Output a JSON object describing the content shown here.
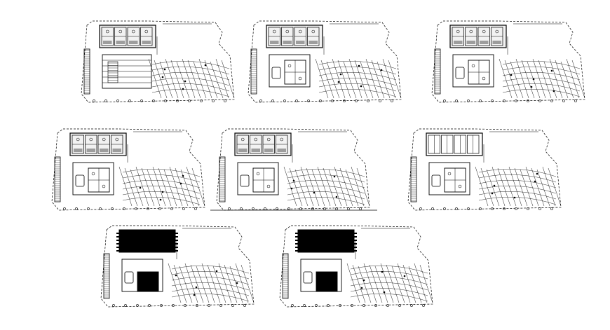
{
  "drawing": {
    "background": "#ffffff",
    "line_color": "#000000",
    "plans": [
      {
        "id": "plan-1",
        "variant": "ground-level"
      },
      {
        "id": "plan-2",
        "variant": "upper-level"
      },
      {
        "id": "plan-3",
        "variant": "upper-level"
      },
      {
        "id": "plan-4",
        "variant": "upper-level"
      },
      {
        "id": "plan-5",
        "variant": "upper-level"
      },
      {
        "id": "plan-6",
        "variant": "upper-level-light"
      },
      {
        "id": "plan-7",
        "variant": "roof-dark"
      },
      {
        "id": "plan-8",
        "variant": "roof-dark"
      }
    ]
  }
}
